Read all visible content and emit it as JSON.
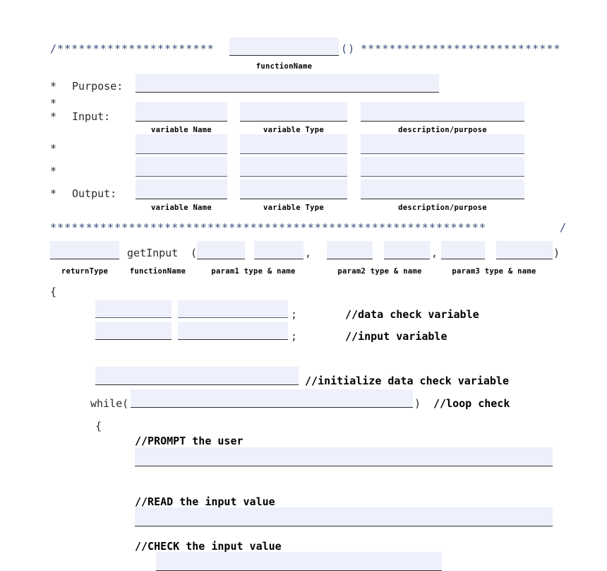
{
  "document": {
    "kind": "c-function-template-worksheet",
    "field_fill_color": "#eef0fb",
    "field_rule_color": "#2e2e2e",
    "star_color": "#3b4a78"
  },
  "header_block": {
    "open_comment": "/",
    "stars_left": "**********************",
    "parens": "()",
    "stars_right": "****************************",
    "function_name_label": "functionName",
    "purpose_star": "*",
    "purpose_label": "Purpose:",
    "blank_star_1": "*",
    "input_star": "*",
    "input_label": "Input:",
    "blank_star_2": "*",
    "blank_star_3": "*",
    "output_star": "*",
    "output_label": "Output:",
    "column_headers_top": [
      "variable Name",
      "variable Type",
      "description/purpose"
    ],
    "column_headers_bottom": [
      "variable Name",
      "variable Type",
      "description/purpose"
    ],
    "close_stars": "*************************************************************",
    "close_comment": "/"
  },
  "signature": {
    "function_name": "getInput",
    "open_paren": "(",
    "comma_1": ",",
    "comma_2": ",",
    "close_paren": ")",
    "labels": {
      "return_type": "returnType",
      "function_name": "functionName",
      "param1": "param1 type & name",
      "param2": "param2 type & name",
      "param3": "param3 type & name"
    }
  },
  "body": {
    "open_brace": "{",
    "declarations": [
      {
        "semicolon": ";",
        "comment": "//data check variable"
      },
      {
        "semicolon": ";",
        "comment": "//input variable"
      }
    ],
    "initialize_comment": "//initialize data check variable",
    "while_keyword": "while(",
    "while_close": ")",
    "loop_comment": "//loop check",
    "inner_open_brace": "{",
    "steps": [
      {
        "comment": "//PROMPT the user"
      },
      {
        "comment": "//READ the input value"
      },
      {
        "comment": "//CHECK the input value"
      }
    ]
  }
}
